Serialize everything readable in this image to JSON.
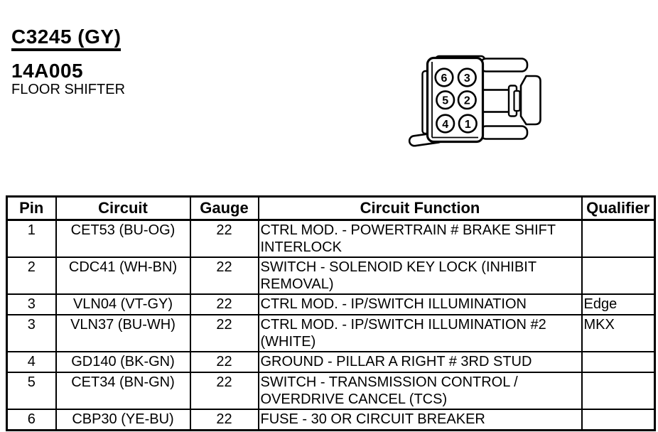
{
  "header": {
    "connector_id": "C3245 (GY)",
    "part_number": "14A005",
    "part_description": "FLOOR SHIFTER"
  },
  "connector": {
    "description": "6-pin connector face view",
    "pin_labels": [
      "6",
      "3",
      "5",
      "2",
      "4",
      "1"
    ]
  },
  "table": {
    "headers": [
      "Pin",
      "Circuit",
      "Gauge",
      "Circuit Function",
      "Qualifier"
    ],
    "rows": [
      {
        "pin": "1",
        "circuit": "CET53 (BU-OG)",
        "gauge": "22",
        "function": "CTRL MOD. - POWERTRAIN # BRAKE SHIFT\nINTERLOCK",
        "qualifier": ""
      },
      {
        "pin": "2",
        "circuit": "CDC41 (WH-BN)",
        "gauge": "22",
        "function": "SWITCH - SOLENOID KEY LOCK (INHIBIT\nREMOVAL)",
        "qualifier": ""
      },
      {
        "pin": "3",
        "circuit": "VLN04 (VT-GY)",
        "gauge": "22",
        "function": "CTRL MOD. - IP/SWITCH ILLUMINATION",
        "qualifier": "Edge"
      },
      {
        "pin": "3",
        "circuit": "VLN37 (BU-WH)",
        "gauge": "22",
        "function": "CTRL MOD. - IP/SWITCH ILLUMINATION #2\n(WHITE)",
        "qualifier": "MKX"
      },
      {
        "pin": "4",
        "circuit": "GD140 (BK-GN)",
        "gauge": "22",
        "function": "GROUND - PILLAR A RIGHT # 3RD STUD",
        "qualifier": ""
      },
      {
        "pin": "5",
        "circuit": "CET34 (BN-GN)",
        "gauge": "22",
        "function": "SWITCH - TRANSMISSION CONTROL /\nOVERDRIVE CANCEL (TCS)",
        "qualifier": ""
      },
      {
        "pin": "6",
        "circuit": "CBP30 (YE-BU)",
        "gauge": "22",
        "function": "FUSE - 30 OR CIRCUIT BREAKER",
        "qualifier": ""
      }
    ]
  },
  "colors": {
    "ink": "#000000",
    "paper": "#ffffff"
  }
}
